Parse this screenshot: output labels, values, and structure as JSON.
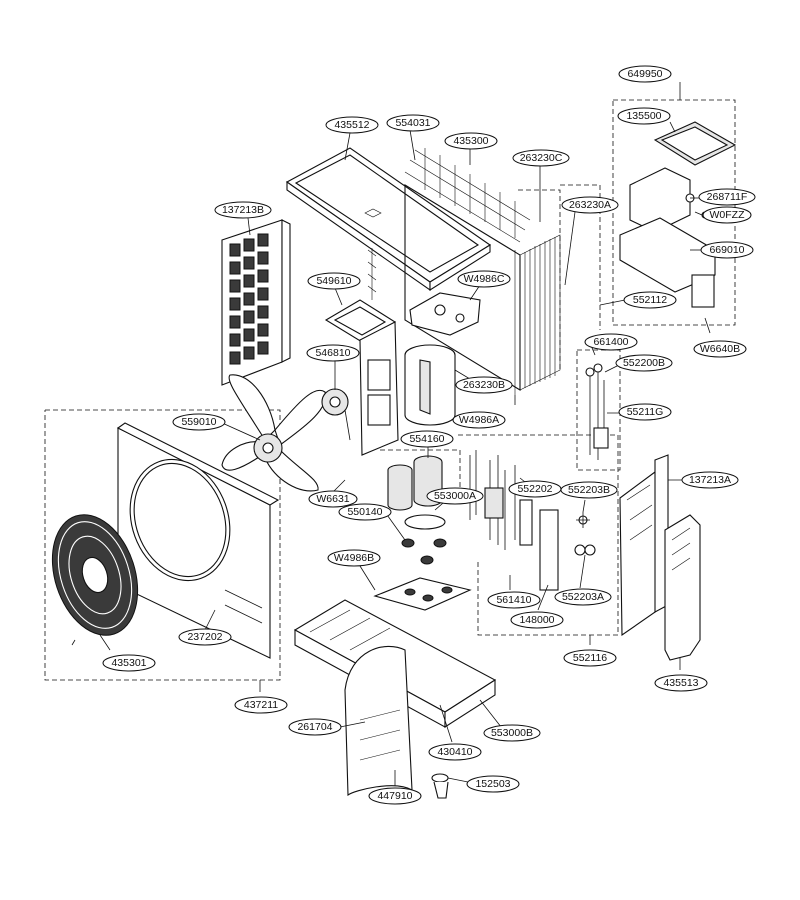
{
  "parts": [
    {
      "id": "p649950",
      "label": "649950"
    },
    {
      "id": "p135500",
      "label": "135500"
    },
    {
      "id": "p435512",
      "label": "435512"
    },
    {
      "id": "p554031",
      "label": "554031"
    },
    {
      "id": "p435300",
      "label": "435300"
    },
    {
      "id": "p263230C",
      "label": "263230C"
    },
    {
      "id": "p268711F",
      "label": "268711F"
    },
    {
      "id": "p137213B",
      "label": "137213B"
    },
    {
      "id": "p263230A",
      "label": "263230A"
    },
    {
      "id": "pW0FZZ",
      "label": "W0FZZ"
    },
    {
      "id": "p669010",
      "label": "669010"
    },
    {
      "id": "p549610",
      "label": "549610"
    },
    {
      "id": "pW4986C",
      "label": "W4986C"
    },
    {
      "id": "p552112",
      "label": "552112"
    },
    {
      "id": "p661400",
      "label": "661400"
    },
    {
      "id": "p546810",
      "label": "546810"
    },
    {
      "id": "pW6640B",
      "label": "W6640B"
    },
    {
      "id": "p552200B",
      "label": "552200B"
    },
    {
      "id": "p263230B",
      "label": "263230B"
    },
    {
      "id": "p559010",
      "label": "559010"
    },
    {
      "id": "pW4986A",
      "label": "W4986A"
    },
    {
      "id": "p55211G",
      "label": "55211G"
    },
    {
      "id": "p554160",
      "label": "554160"
    },
    {
      "id": "p552202",
      "label": "552202"
    },
    {
      "id": "p552203B",
      "label": "552203B"
    },
    {
      "id": "p137213A",
      "label": "137213A"
    },
    {
      "id": "pW6631",
      "label": "W6631"
    },
    {
      "id": "p553000A",
      "label": "553000A"
    },
    {
      "id": "p550140",
      "label": "550140"
    },
    {
      "id": "pW4986B",
      "label": "W4986B"
    },
    {
      "id": "p561410",
      "label": "561410"
    },
    {
      "id": "p552203A",
      "label": "552203A"
    },
    {
      "id": "p237202",
      "label": "237202"
    },
    {
      "id": "p148000",
      "label": "148000"
    },
    {
      "id": "p552116",
      "label": "552116"
    },
    {
      "id": "p435301",
      "label": "435301"
    },
    {
      "id": "p435513",
      "label": "435513"
    },
    {
      "id": "p437211",
      "label": "437211"
    },
    {
      "id": "p261704",
      "label": "261704"
    },
    {
      "id": "p553000B",
      "label": "553000B"
    },
    {
      "id": "p430410",
      "label": "430410"
    },
    {
      "id": "p152503",
      "label": "152503"
    },
    {
      "id": "p447910",
      "label": "447910"
    }
  ]
}
